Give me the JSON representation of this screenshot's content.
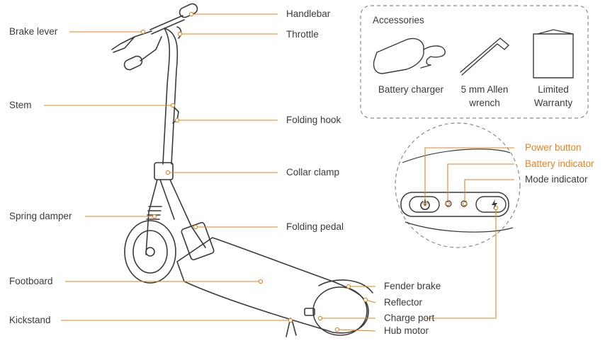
{
  "colors": {
    "leader": "#e8821e",
    "line_art": "#3a3a3a",
    "highlight_text": "#e8821e",
    "normal_text": "#3a3a3a"
  },
  "labels": {
    "handlebar": "Handlebar",
    "brake_lever": "Brake lever",
    "throttle": "Throttle",
    "stem": "Stem",
    "folding_hook": "Folding hook",
    "collar_clamp": "Collar clamp",
    "spring_damper": "Spring damper",
    "folding_pedal": "Folding pedal",
    "footboard": "Footboard",
    "fender_brake": "Fender brake",
    "reflector": "Reflector",
    "kickstand": "Kickstand",
    "charge_port": "Charge port",
    "hub_motor": "Hub motor"
  },
  "panel": {
    "power_button": "Power button",
    "battery_indicator": "Battery indicator",
    "mode_indicator": "Mode indicator",
    "icons": [
      "power-icon",
      "lightning-icon"
    ]
  },
  "accessories": {
    "title": "Accessories",
    "items": [
      {
        "line1": "Battery charger",
        "line2": ""
      },
      {
        "line1": "5 mm Allen",
        "line2": "wrench"
      },
      {
        "line1": "Limited",
        "line2": "Warranty"
      }
    ]
  }
}
